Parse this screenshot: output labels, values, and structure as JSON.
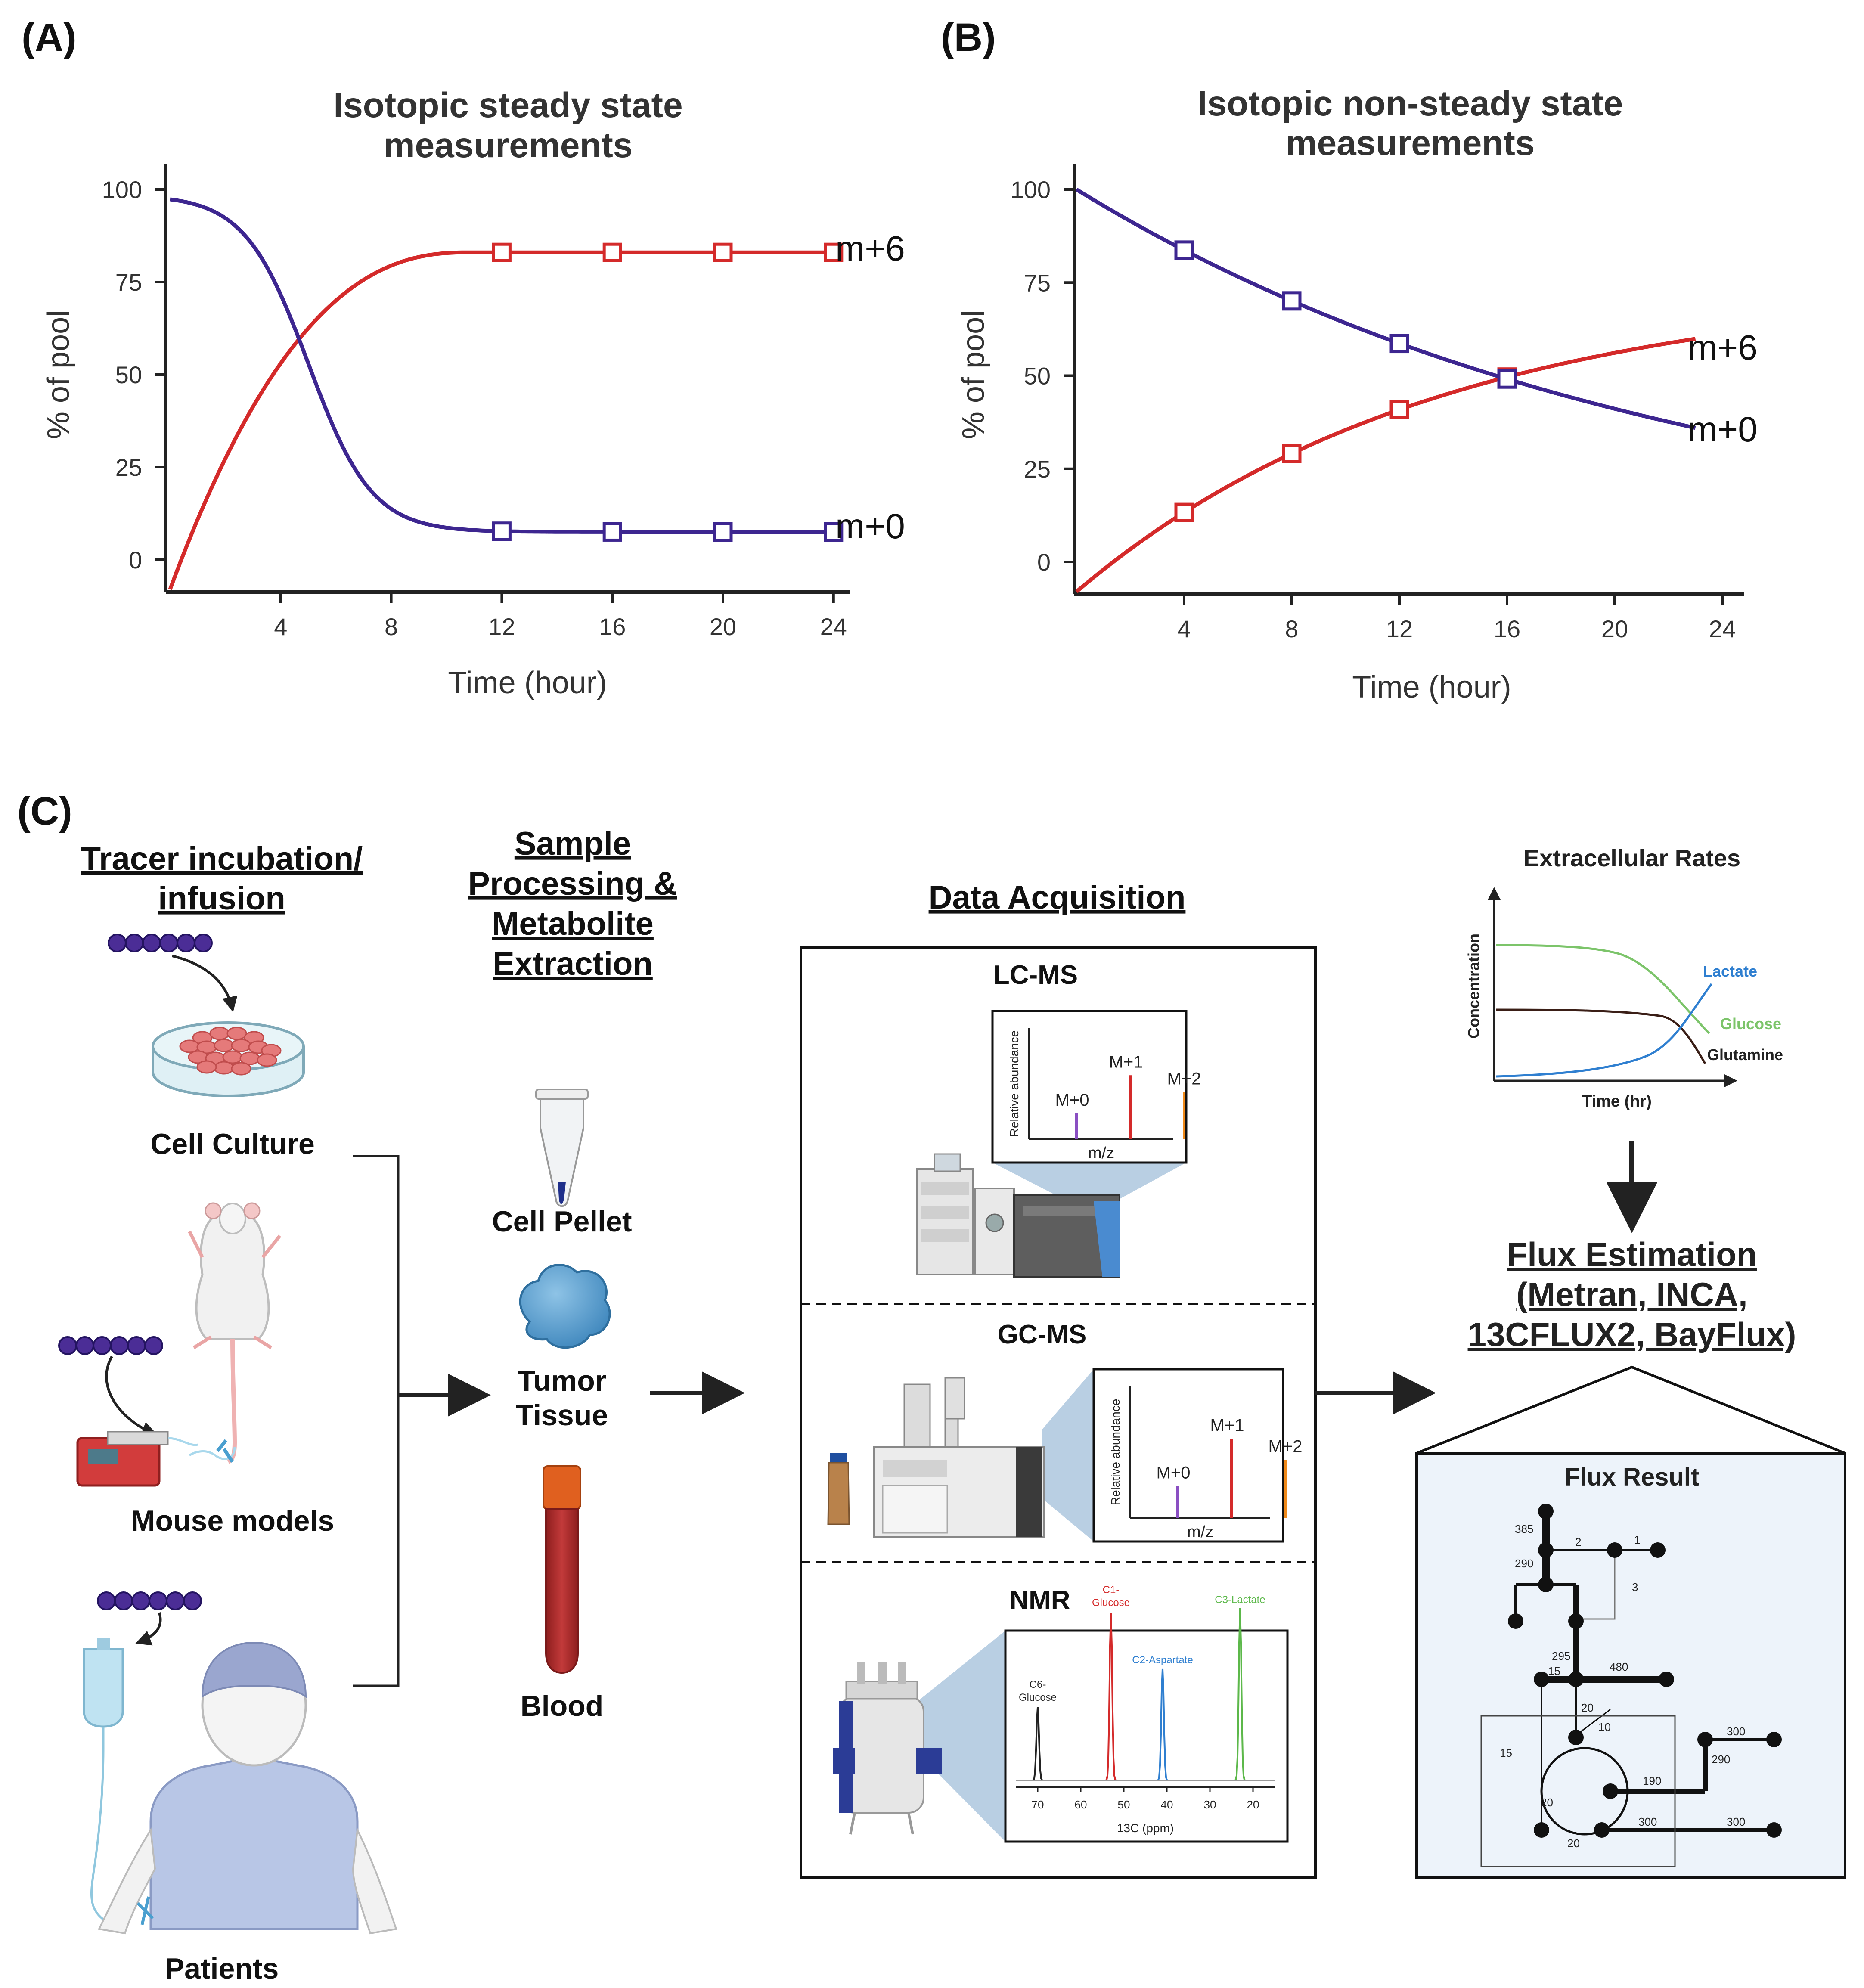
{
  "panelA": {
    "label": "(A)",
    "title": [
      "Isotopic steady state",
      "measurements"
    ],
    "xlabel": "Time (hour)",
    "ylabel": "% of pool",
    "yticks": [
      "100",
      "75",
      "50",
      "25",
      "0"
    ],
    "xticks": [
      "4",
      "8",
      "12",
      "16",
      "20",
      "24"
    ],
    "series_labels": {
      "m6": "m+6",
      "m0": "m+0"
    }
  },
  "panelB": {
    "label": "(B)",
    "title": [
      "Isotopic non-steady state",
      "measurements"
    ],
    "xlabel": "Time (hour)",
    "ylabel": "% of pool",
    "yticks": [
      "100",
      "75",
      "50",
      "25",
      "0"
    ],
    "xticks": [
      "4",
      "8",
      "12",
      "16",
      "20",
      "24"
    ],
    "series_labels": {
      "m6": "m+6",
      "m0": "m+0"
    }
  },
  "panelC": {
    "label": "(C)",
    "tracer": {
      "heading": [
        "Tracer incubation/",
        "infusion"
      ],
      "cell_culture": "Cell Culture",
      "mouse": "Mouse models",
      "patients": "Patients"
    },
    "sample": {
      "heading": [
        "Sample",
        "Processing &",
        "Metabolite",
        "Extraction"
      ],
      "cell_pellet": "Cell Pellet",
      "tumor": [
        "Tumor",
        "Tissue"
      ],
      "blood": "Blood"
    },
    "acquisition": {
      "heading": "Data Acquisition",
      "lcms": {
        "title": "LC-MS",
        "ylabel": "Relative abundance",
        "xlabel": "m/z",
        "peaks": [
          "M+0",
          "M+1",
          "M+2"
        ]
      },
      "gcms": {
        "title": "GC-MS",
        "ylabel": "Relative abundance",
        "xlabel": "m/z",
        "peaks": [
          "M+0",
          "M+1",
          "M+2"
        ]
      },
      "nmr": {
        "title": "NMR",
        "peaks": [
          {
            "line1": "C6-",
            "line2": "Glucose"
          },
          {
            "line1": "C1-",
            "line2": "Glucose"
          },
          {
            "line1": "C2-Aspartate",
            "line2": ""
          },
          {
            "line1": "C3-Lactate",
            "line2": ""
          }
        ],
        "xticks": [
          "70",
          "60",
          "50",
          "40",
          "30",
          "20"
        ],
        "xlabel": "13C (ppm)"
      }
    },
    "extracellular": {
      "title": "Extracellular Rates",
      "ylabel": "Concentration",
      "xlabel": "Time (hr)",
      "series": [
        "Lactate",
        "Glucose",
        "Glutamine"
      ],
      "colors": {
        "Lactate": "#2f7fd0",
        "Glucose": "#7cc46a",
        "Glutamine": "#3a1e16"
      }
    },
    "flux": {
      "heading": [
        "Flux Estimation",
        "(Metran, INCA,",
        "13CFLUX2, BayFlux)"
      ],
      "result_title": "Flux Result",
      "numbers": [
        "385",
        "290",
        "2",
        "1",
        "3",
        "295",
        "15",
        "480",
        "20",
        "10",
        "15",
        "190",
        "20",
        "20",
        "300",
        "300",
        "290",
        "300"
      ]
    }
  },
  "colors": {
    "red": "#d42a2a",
    "purple": "#3d2690",
    "accent_blue": "#b9cfe3",
    "flux_bg": "#edf3fa"
  }
}
